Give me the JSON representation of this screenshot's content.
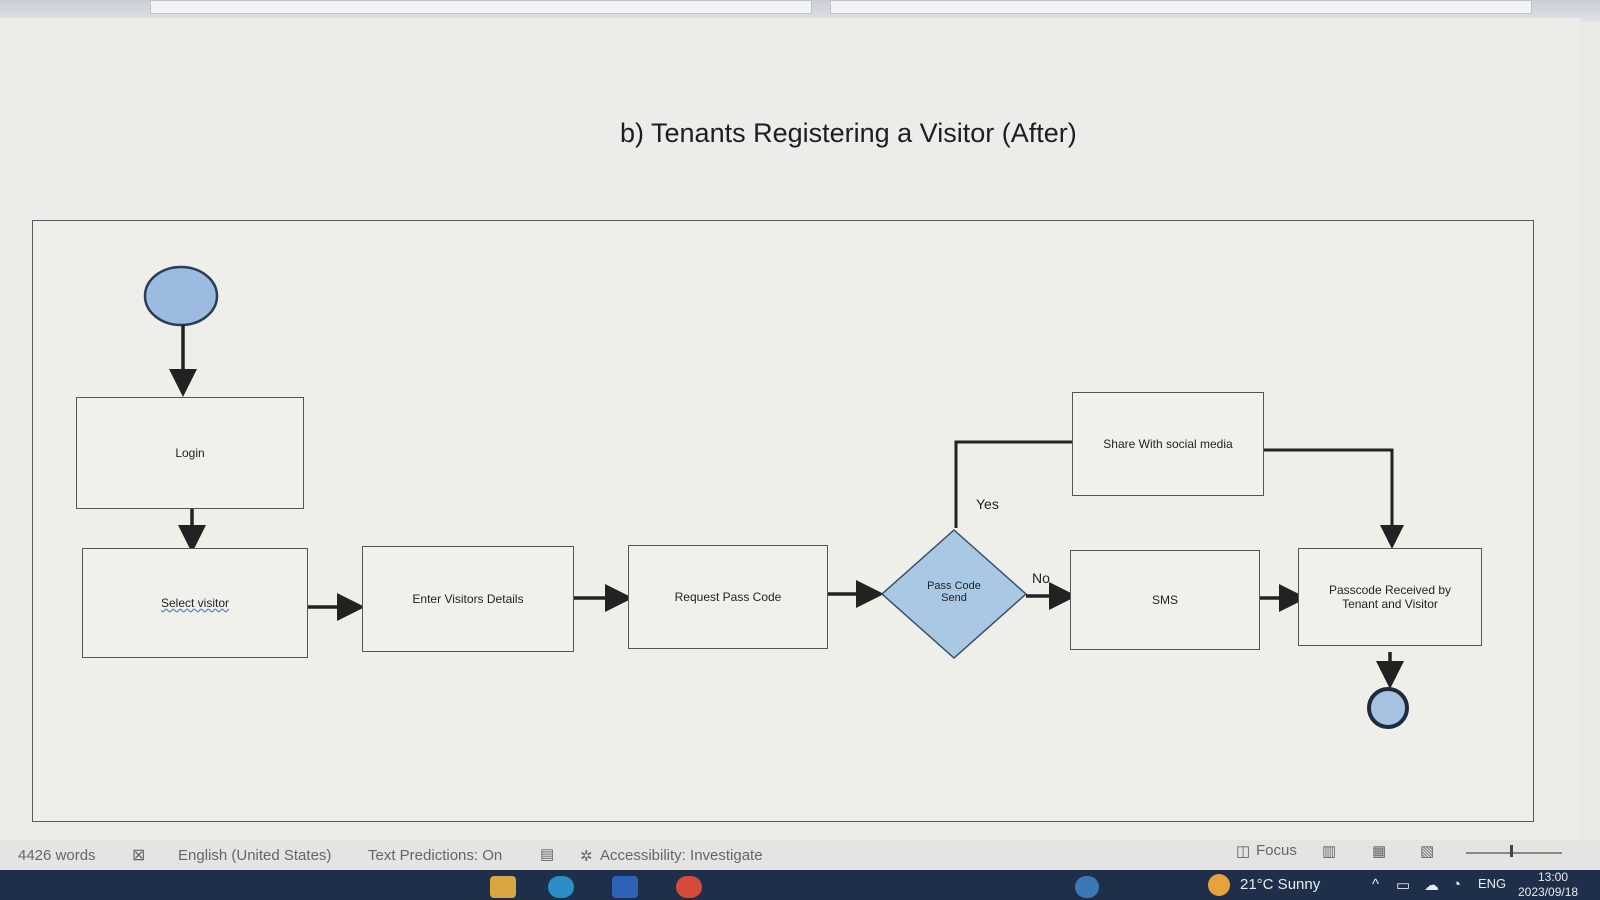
{
  "document": {
    "title": "b) Tenants Registering a Visitor (After)"
  },
  "flowchart": {
    "nodes": {
      "login": "Login",
      "select_visitor": "Select visitor",
      "enter_details": "Enter Visitors  Details",
      "request_code": "Request  Pass Code",
      "decision": "Pass Code Send",
      "social": "Share With social media",
      "sms": "SMS",
      "received": "Passcode Received  by Tenant  and Visitor"
    },
    "edges": {
      "yes": "Yes",
      "no": "No"
    },
    "colors": {
      "start_fill": "#9bbce0",
      "decision_fill": "#a9c8e4"
    }
  },
  "status_bar": {
    "words": "4426 words",
    "language": "English (United States)",
    "text_predictions": "Text Predictions: On",
    "accessibility": "Accessibility: Investigate",
    "focus": "Focus"
  },
  "taskbar": {
    "weather": "21°C  Sunny",
    "language": "ENG",
    "time": "13:00",
    "date": "2023/09/18"
  }
}
